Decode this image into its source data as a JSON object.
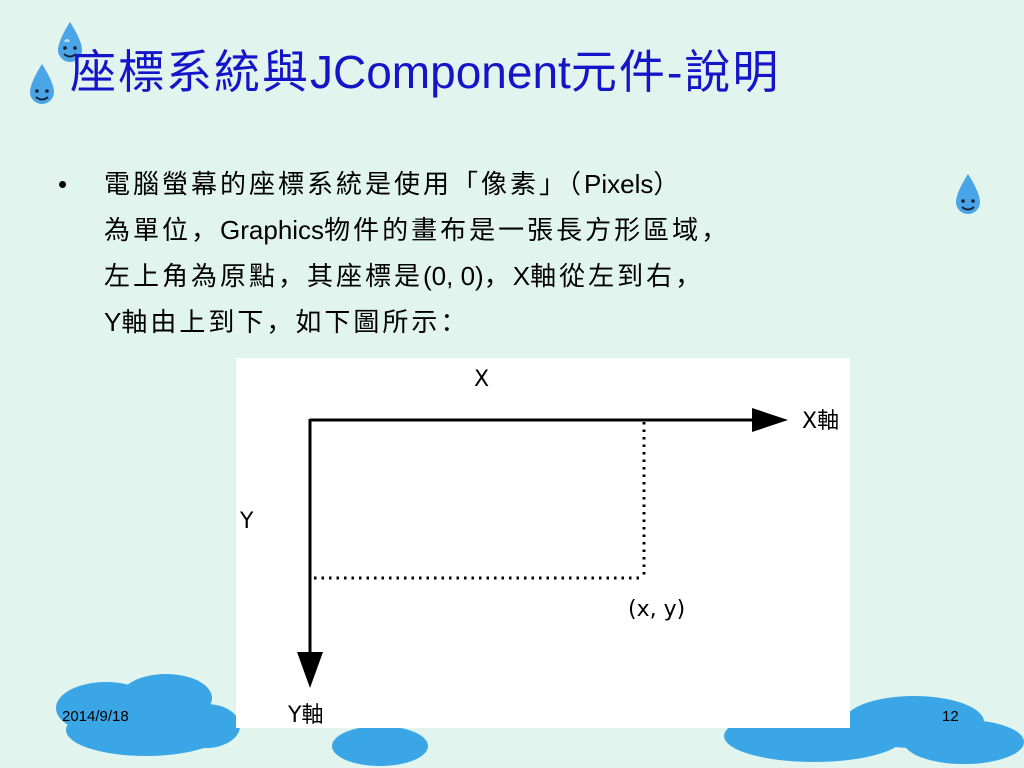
{
  "title": {
    "zh_prefix": "座標系統與",
    "latin": "JComponent",
    "zh_suffix": "元件-說明"
  },
  "bullet": {
    "symbol": "•",
    "lines": [
      [
        "電腦螢幕的座標系統是使用「像素」（",
        "Pixels",
        "）"
      ],
      [
        "為單位，",
        "Graphics",
        "物件的畫布是一張長方形區域，"
      ],
      [
        "左上角為原點，其座標是",
        "(0, 0)",
        "，",
        "X",
        "軸從左到右，"
      ],
      [
        "Y",
        "軸由上到下，如下圖所示："
      ]
    ]
  },
  "diagram": {
    "x_label": "X",
    "y_label": "Y",
    "x_axis_label": "X軸",
    "y_axis_label": "Y軸",
    "point_label": "(x, y)"
  },
  "footer": {
    "date": "2014/9/18",
    "page": "12"
  },
  "colors": {
    "background": "#e2f4ee",
    "title": "#1414c8",
    "cloud": "#3aa6e6",
    "drop": "#4aa4e8"
  },
  "icons": [
    "water-drop-icon",
    "cloud-icon"
  ]
}
